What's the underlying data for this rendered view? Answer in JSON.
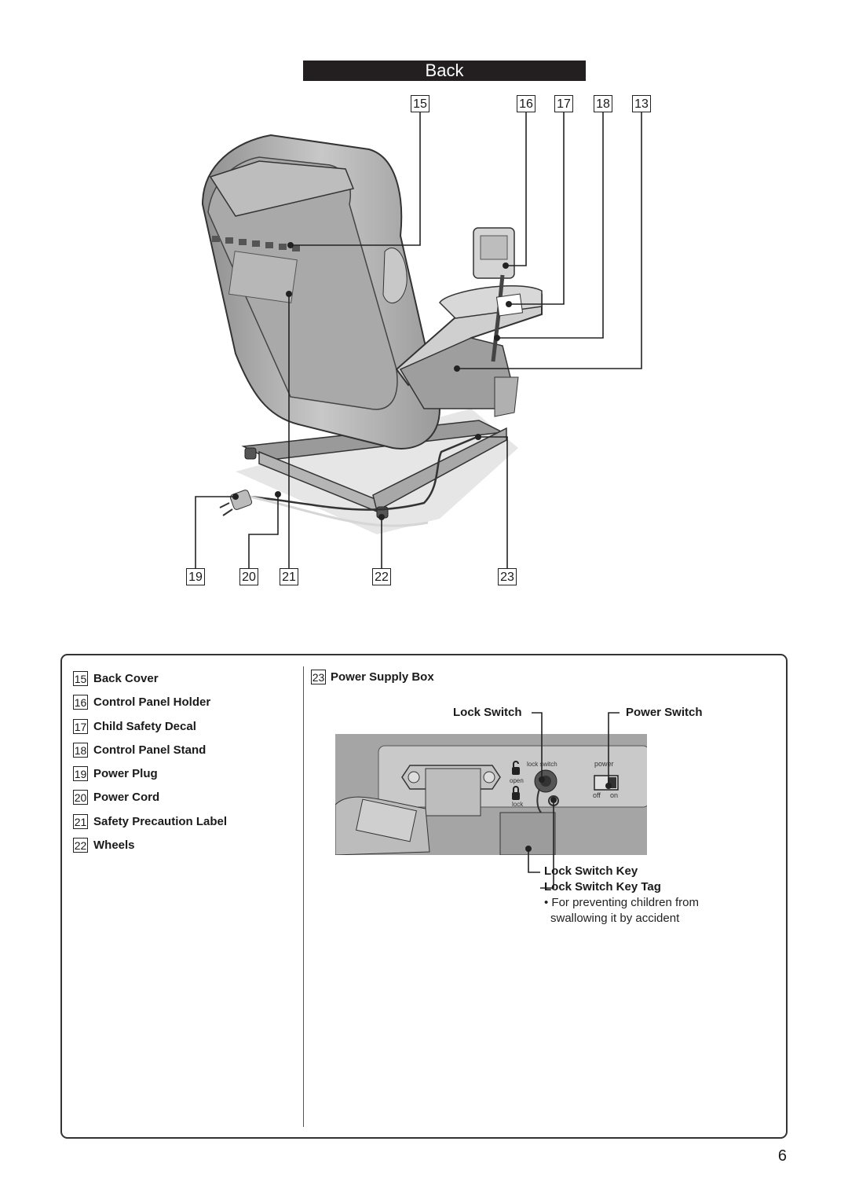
{
  "header": {
    "title": "Back"
  },
  "diagram_numbers": {
    "n15": "15",
    "n16": "16",
    "n17": "17",
    "n18": "18",
    "n13": "13",
    "n19": "19",
    "n20": "20",
    "n21": "21",
    "n22": "22",
    "n23": "23"
  },
  "legend": {
    "items": [
      {
        "num": "15",
        "label": "Back Cover"
      },
      {
        "num": "16",
        "label": "Control Panel Holder"
      },
      {
        "num": "17",
        "label": "Child Safety Decal"
      },
      {
        "num": "18",
        "label": "Control Panel Stand"
      },
      {
        "num": "19",
        "label": "Power Plug"
      },
      {
        "num": "20",
        "label": "Power Cord"
      },
      {
        "num": "21",
        "label": "Safety Precaution Label"
      },
      {
        "num": "22",
        "label": "Wheels"
      }
    ],
    "power_supply": {
      "num": "23",
      "label": "Power Supply Box"
    },
    "callouts": {
      "lock_switch": "Lock Switch",
      "power_switch": "Power Switch",
      "lock_switch_key": "Lock Switch Key",
      "lock_switch_key_tag": "Lock Switch Key Tag",
      "note_line1": "• For preventing children from",
      "note_line2": "swallowing it by accident"
    },
    "panel_text": {
      "lock_switch": "lock switch",
      "open": "open",
      "lock": "lock",
      "power": "power",
      "off": "off",
      "on": "on"
    }
  },
  "page": {
    "number": "6"
  }
}
